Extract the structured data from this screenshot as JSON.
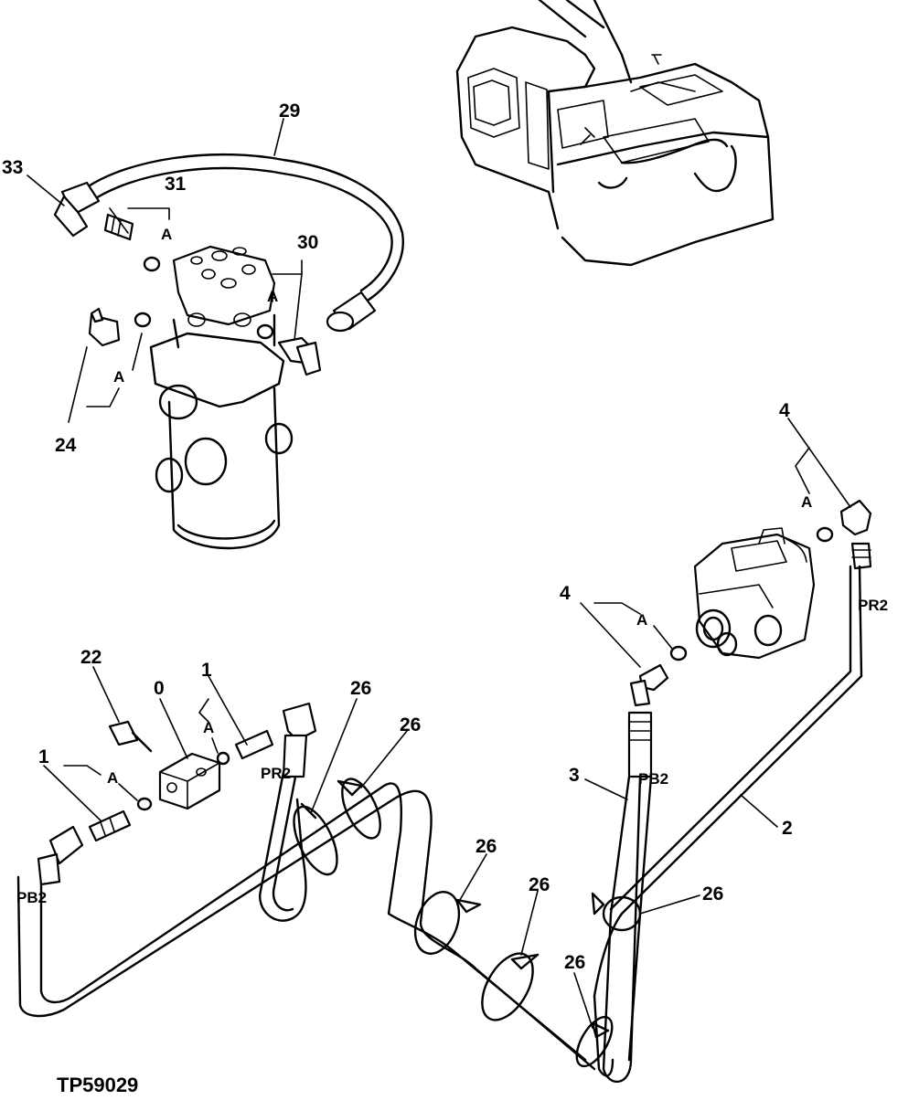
{
  "figure_id": "TP59029",
  "callouts": {
    "c33": "33",
    "c31": "31",
    "c29": "29",
    "c30": "30",
    "c24": "24",
    "c4_top": "4",
    "c4_mid": "4",
    "c22": "22",
    "c0": "0",
    "c1_top": "1",
    "c1_left": "1",
    "c26_a": "26",
    "c26_b": "26",
    "c26_c": "26",
    "c26_d": "26",
    "c26_e": "26",
    "c26_f": "26",
    "c3": "3",
    "c2": "2"
  },
  "letter_labels": {
    "a_31": "A",
    "a_30": "A",
    "a_24": "A",
    "a_4top": "A",
    "a_4mid": "A",
    "a_1top": "A",
    "a_1left": "A"
  },
  "port_labels": {
    "pr2_right": "PR2",
    "pb2_mid": "PB2",
    "pr2_left": "PR2",
    "pb2_left": "PB2"
  }
}
